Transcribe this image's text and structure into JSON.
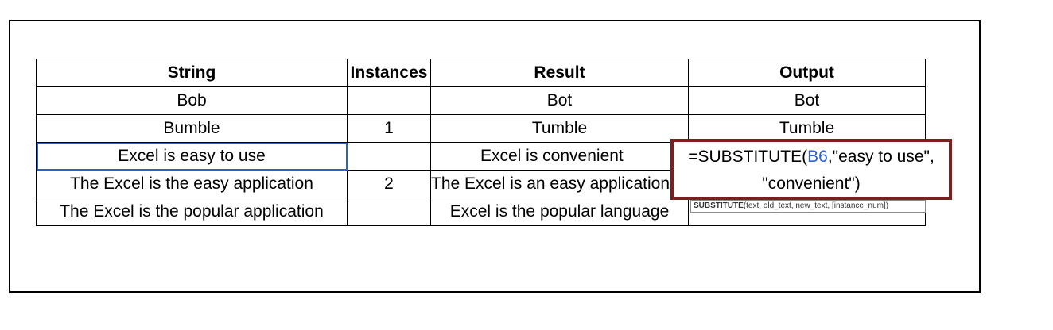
{
  "headers": [
    "String",
    "Instances",
    "Result",
    "Output"
  ],
  "rows": [
    {
      "string": "Bob",
      "instances": "",
      "result": "Bot",
      "output": "Bot"
    },
    {
      "string": "Bumble",
      "instances": "1",
      "result": "Tumble",
      "output": "Tumble"
    },
    {
      "string": "Excel is easy to use",
      "instances": "",
      "result": "Excel is convenient",
      "output": ""
    },
    {
      "string": "The Excel is the easy application",
      "instances": "2",
      "result": "The Excel is an easy application",
      "output": ""
    },
    {
      "string": "The Excel is the popular application",
      "instances": "",
      "result": "Excel is the popular language",
      "output": ""
    }
  ],
  "formula": {
    "prefix": "=SUBSTITUTE(",
    "ref": "B6",
    "line1_suffix": ",\"easy to use\",",
    "line2": "\"convenient\")"
  },
  "tooltip": {
    "func": "SUBSTITUTE",
    "args": "(text, old_text, new_text, [instance_num])"
  },
  "colors": {
    "highlight_border": "#7b1f1f",
    "cell_reference": "#2a63d6",
    "selection": "#2f5fc4"
  }
}
